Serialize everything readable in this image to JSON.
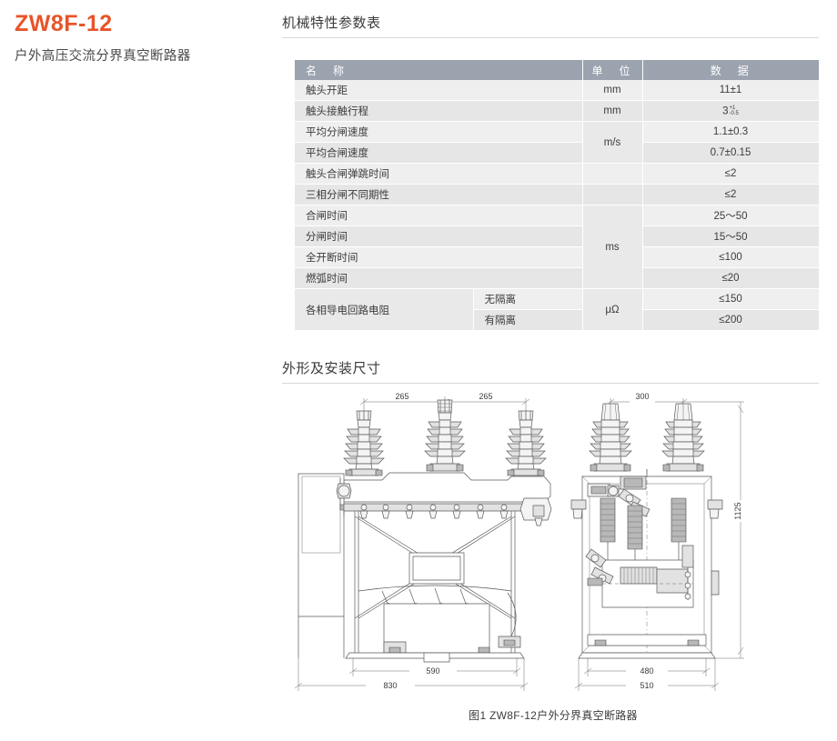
{
  "product": {
    "code": "ZW8F-12",
    "name": "户外高压交流分界真空断路器",
    "accent_color": "#e8542a"
  },
  "sections": {
    "mechanical": {
      "title": "机械特性参数表"
    },
    "dimensions": {
      "title": "外形及安装尺寸"
    }
  },
  "mech_table": {
    "headers": {
      "name": "名　称",
      "unit": "单　位",
      "data": "数　据"
    },
    "rows": [
      {
        "name": "触头开距",
        "sub": "",
        "unit": "mm",
        "value": "11±1"
      },
      {
        "name": "触头接触行程",
        "sub": "",
        "unit": "mm",
        "value": "3",
        "tol_up": "+1",
        "tol_dn": "-0.5"
      },
      {
        "name": "平均分闸速度",
        "sub": "",
        "unit": "m/s",
        "value": "1.1±0.3"
      },
      {
        "name": "平均合闸速度",
        "sub": "",
        "unit": "",
        "value": "0.7±0.15"
      },
      {
        "name": "触头合闸弹跳时间",
        "sub": "",
        "unit": "",
        "value": "≤2"
      },
      {
        "name": "三相分闸不同期性",
        "sub": "",
        "unit": "",
        "value": "≤2"
      },
      {
        "name": "合闸时间",
        "sub": "",
        "unit": "ms",
        "value": "25～50"
      },
      {
        "name": "分闸时间",
        "sub": "",
        "unit": "",
        "value": "15～50"
      },
      {
        "name": "全开断时间",
        "sub": "",
        "unit": "",
        "value": "≤100"
      },
      {
        "name": "燃弧时间",
        "sub": "",
        "unit": "",
        "value": "≤20"
      },
      {
        "name": "各相导电回路电阻",
        "sub": "无隔离",
        "unit": "μΩ",
        "value": "≤150"
      },
      {
        "name": "",
        "sub": "有隔离",
        "unit": "",
        "value": "≤200"
      }
    ]
  },
  "drawing": {
    "caption": "图1 ZW8F-12户外分界真空断路器",
    "front_view": {
      "dim_top_left": "265",
      "dim_top_right": "265",
      "dim_bottom_inner": "590",
      "dim_bottom_outer": "830"
    },
    "side_view": {
      "dim_top": "300",
      "dim_height": "1125",
      "dim_bottom_inner": "480",
      "dim_bottom_outer": "510"
    }
  }
}
